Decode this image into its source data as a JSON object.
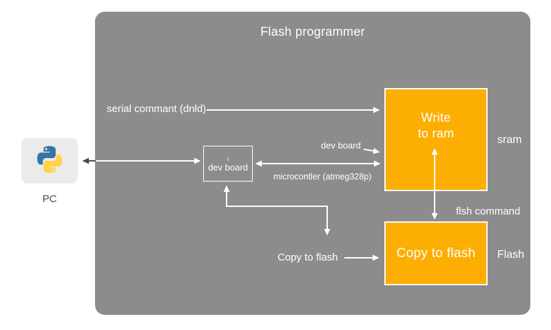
{
  "title": "Flash programmer",
  "pc": {
    "label": "PC",
    "icon": "python-logo"
  },
  "boxes": {
    "dev_board": {
      "tick": "ι",
      "label": "dev board"
    },
    "write_to_ram": {
      "line1": "Write",
      "line2": "to ram",
      "side_label": "sram"
    },
    "copy_to_flash": {
      "label": "Copy to flash",
      "side_label": "Flash"
    }
  },
  "edge_labels": {
    "serial_command": "serial commant (dnld)",
    "dev_board": "dev board",
    "microcontroller": "microcontler (atmeg328p)",
    "flash_command": "flsh command",
    "copy_to_flash": "Copy to flash"
  },
  "colors": {
    "panel_gray": "#8c8c8c",
    "box_orange": "#fcae02",
    "pc_tile_gray": "#ebebeb",
    "python_blue": "#3775a9",
    "python_yellow": "#ffd343",
    "text_white": "#ffffff",
    "text_dark": "#4a4a4a"
  }
}
